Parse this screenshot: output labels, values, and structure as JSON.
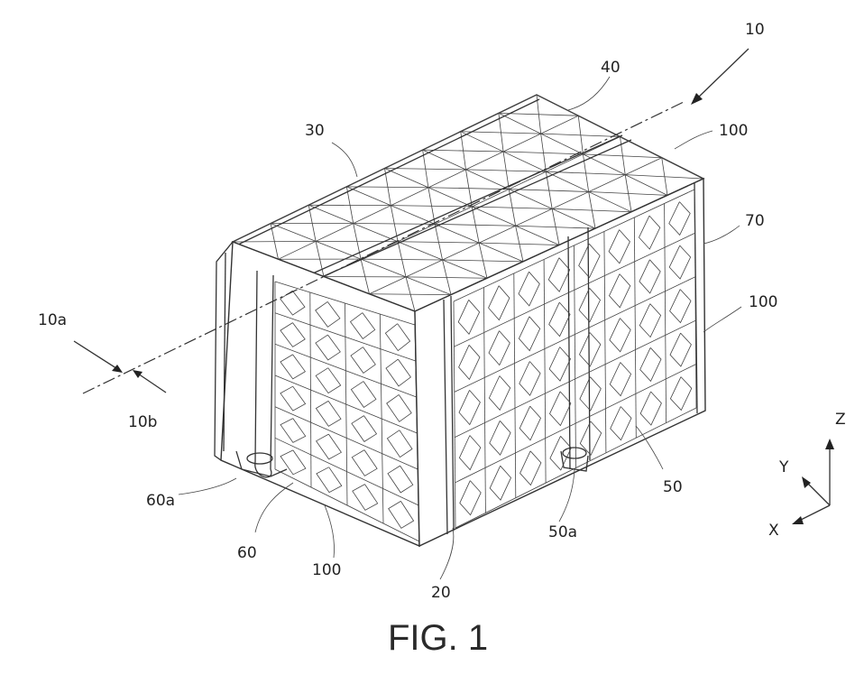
{
  "figure": {
    "caption": "FIG. 1",
    "labels": {
      "assembly": "10",
      "section_a": "10a",
      "section_b": "10b",
      "bottom_corner": "20",
      "top_face": "30",
      "top_edge": "40",
      "right_base": "50",
      "right_foot": "50a",
      "left_base": "60",
      "left_foot": "60a",
      "right_post": "70",
      "lattice_top_right": "100",
      "lattice_side_right": "100",
      "lattice_bottom_front": "100"
    },
    "axes": {
      "x": "X",
      "y": "Y",
      "z": "Z"
    },
    "colors": {
      "line": "#333333",
      "background": "#ffffff"
    }
  }
}
